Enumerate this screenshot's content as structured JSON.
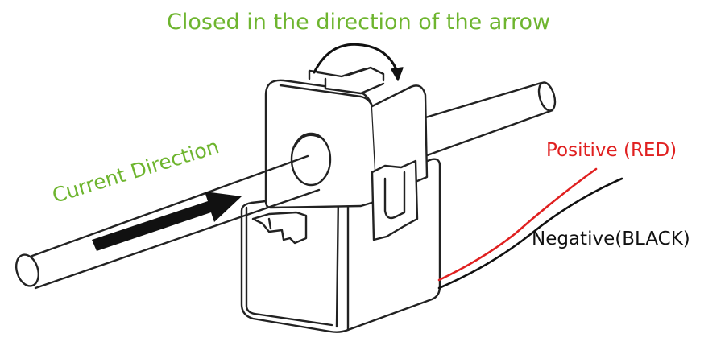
{
  "labels": {
    "title": "Closed in the direction of the arrow",
    "current": "Current Direction",
    "positive": "Positive (RED)",
    "negative": "Negative(BLACK)"
  },
  "colors": {
    "label_green": "#6eb52f",
    "positive_wire": "#e02020",
    "negative_wire": "#111111",
    "outline": "#222222",
    "arrow_fill": "#111111"
  },
  "icons": {
    "rotate_arrow": "curved-rotate-arrow-icon",
    "direction_arrow": "right-arrow-icon"
  }
}
